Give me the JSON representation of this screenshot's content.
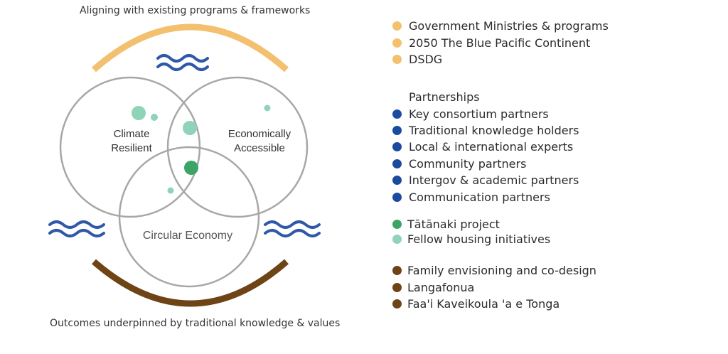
{
  "captions": {
    "top": "Aligning with existing programs & frameworks",
    "bottom": "Outcomes underpinned by traditional knowledge & values"
  },
  "venn": {
    "climate": [
      "Climate",
      "Resilient"
    ],
    "economic": [
      "Economically",
      "Accessible"
    ],
    "circular": "Circular Economy"
  },
  "colors": {
    "orange": "#F2C06E",
    "navy": "#1B4B9E",
    "wave": "#2F58A8",
    "green": "#3CA565",
    "mint": "#8FD3B8",
    "brown": "#6E4417",
    "circle": "#A9A6A6"
  },
  "legend": {
    "orange_items": [
      "Government Ministries & programs",
      "2050 The Blue Pacific Continent",
      "DSDG"
    ],
    "partnerships_heading": "Partnerships",
    "navy_items": [
      "Key consortium partners",
      "Traditional knowledge holders",
      "Local & international experts",
      "Community partners",
      "Intergov &  academic partners",
      "Communication partners"
    ],
    "green_item": "Tātānaki project",
    "mint_item": "Fellow housing initiatives",
    "brown_items": [
      "Family envisioning and co-design",
      "Langafonua",
      "Faa'i Kaveikoula 'a e Tonga"
    ]
  }
}
